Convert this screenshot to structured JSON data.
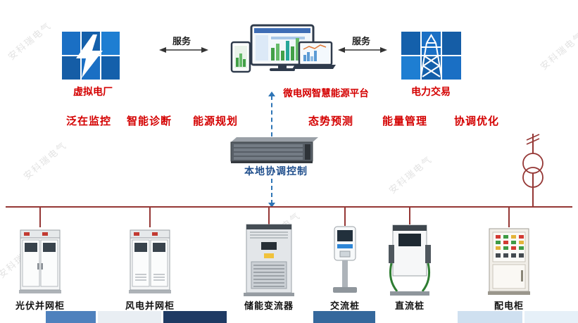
{
  "watermark": "安科瑞电气",
  "top": {
    "virtual_plant_label": "虚拟电厂",
    "platform_label": "微电网智慧能源平台",
    "power_trading_label": "电力交易",
    "service_left": "服务",
    "service_right": "服务"
  },
  "functions": [
    "泛在监控",
    "智能诊断",
    "能源规划",
    "态势预测",
    "能量管理",
    "协调优化"
  ],
  "controller_label": "本地协调控制",
  "devices": [
    {
      "label": "光伏并网柜"
    },
    {
      "label": "风电并网柜"
    },
    {
      "label": "储能变流器"
    },
    {
      "label": "交流桩"
    },
    {
      "label": "直流桩"
    },
    {
      "label": "配电柜"
    }
  ],
  "colors": {
    "red_text": "#d40000",
    "bus_line": "#953735",
    "dashed_connector": "#2e75b6",
    "controller_text": "#1f4e8c",
    "tile_blue": "#1266b8"
  }
}
